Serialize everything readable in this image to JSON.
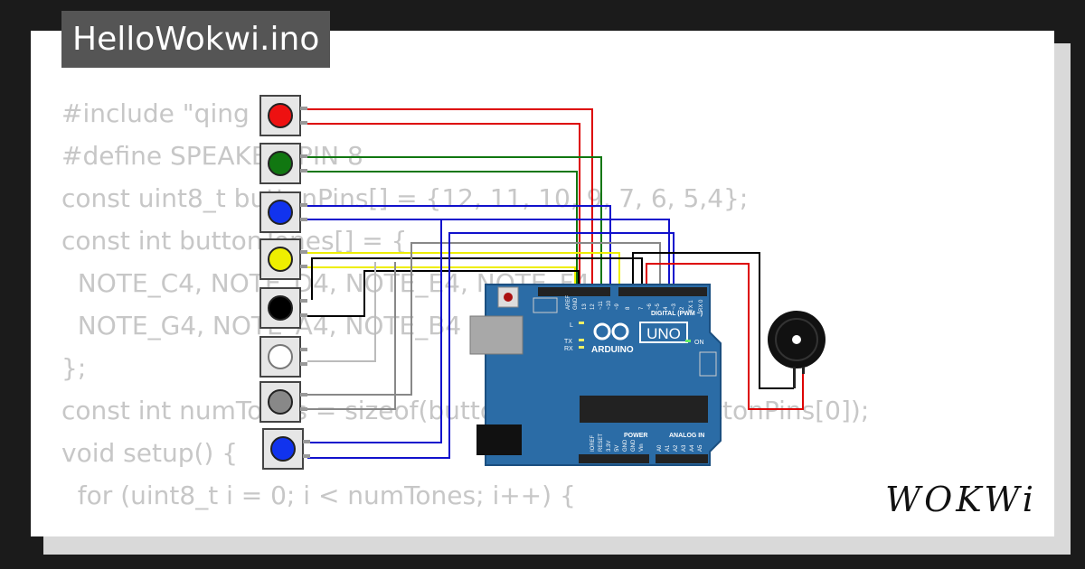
{
  "title": "HelloWokwi.ino",
  "code_lines": [
    "#include \"qing",
    "#define SPEAKER_PIN 8",
    "const uint8_t buttonPins[] = {12, 11, 10, 9, 7, 6, 5,4};",
    "const int buttonTones[] = {",
    "  NOTE_C4, NOTE_D4, NOTE_E4, NOTE_F4,",
    "  NOTE_G4, NOTE_A4, NOTE_B4",
    "};",
    "const int numTones = sizeof(buttonPins) / sizeof(buttonPins[0]);",
    "",
    "void setup() {",
    "  for (uint8_t i = 0; i < numTones; i++) {"
  ],
  "board": {
    "name": "UNO",
    "brand": "ARDUINO",
    "digital_label": "DIGITAL (PWM ~)",
    "power_label": "POWER",
    "analog_label": "ANALOG IN",
    "on_label": "ON",
    "l_label": "L",
    "tx_label": "TX",
    "rx_label": "RX",
    "top_pins": [
      "AREF",
      "GND",
      "13",
      "12",
      "~11",
      "~10",
      "~9",
      "8",
      "7",
      "~6",
      "~5",
      "4",
      "~3",
      "2",
      "TX 1",
      "RX 0"
    ],
    "bottom_pins": [
      "IOREF",
      "RESET",
      "3.3V",
      "5V",
      "GND",
      "GND",
      "Vin",
      "A0",
      "A1",
      "A2",
      "A3",
      "A4",
      "A5"
    ],
    "color": "#2b6ca6"
  },
  "buttons": [
    {
      "color_name": "red",
      "color": "#ee1111"
    },
    {
      "color_name": "green",
      "color": "#117711"
    },
    {
      "color_name": "blue",
      "color": "#1133ee"
    },
    {
      "color_name": "yellow",
      "color": "#eeee00"
    },
    {
      "color_name": "black",
      "color": "#000000"
    },
    {
      "color_name": "white",
      "color": "#ffffff"
    },
    {
      "color_name": "gray",
      "color": "#888888"
    },
    {
      "color_name": "blue",
      "color": "#1133ee"
    }
  ],
  "logo": "WOKWi"
}
